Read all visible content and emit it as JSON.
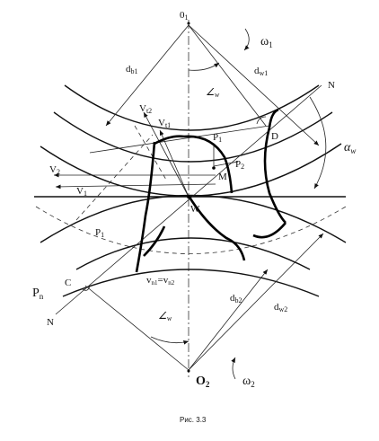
{
  "figure": {
    "caption": "Рис. 3.3",
    "labels": {
      "o1": "0",
      "o1_sub": "1",
      "omega1": "ω",
      "omega1_sub": "1",
      "db1": "d",
      "db1_sub": "b1",
      "dw1": "d",
      "dw1_sub": "w1",
      "alpha_w_top": "∠",
      "alpha_w_top_sub": "w",
      "N_top": "N",
      "alpha_w": "α",
      "alpha_w_sub": "w",
      "vt2": "V",
      "vt2_sub": "t2",
      "vt1": "V",
      "vt1_sub": "t1",
      "p1_top": "P",
      "p1_top_sub": "1",
      "D": "D",
      "p2": "P",
      "p2_sub": "2",
      "M": "M",
      "v2": "V",
      "v2_sub": "2",
      "v1": "V",
      "v1_sub": "1",
      "W": "W",
      "p1_low": "P",
      "p1_low_sub": "1",
      "vn": "v",
      "vn_sub1": "n1",
      "vn_eq": "=v",
      "vn_sub2": "n2",
      "C": "C",
      "Pn": "P",
      "Pn_sub": "n",
      "N_bottom": "N",
      "db2": "d",
      "db2_sub": "b2",
      "dw2": "d",
      "dw2_sub": "w2",
      "alpha_w_bottom": "∠",
      "alpha_w_bottom_sub": "w",
      "o2": "O",
      "o2_sub": "2",
      "omega2": "ω",
      "omega2_sub": "2"
    }
  }
}
